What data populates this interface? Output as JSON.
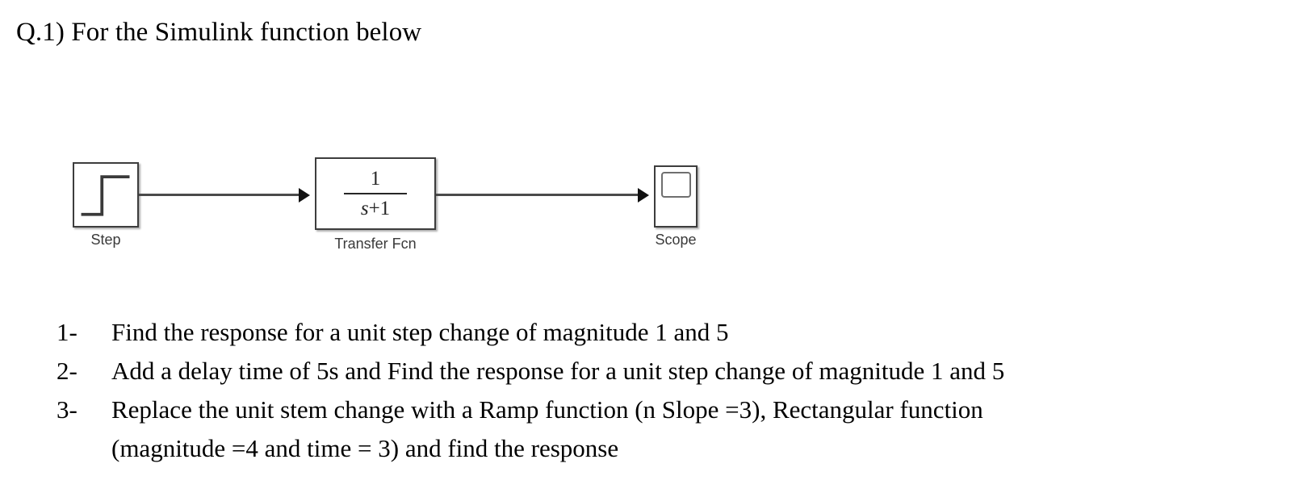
{
  "question": {
    "heading": "Q.1) For the Simulink function below"
  },
  "diagram": {
    "name": "simulink-block-diagram",
    "blocks": [
      {
        "id": "step",
        "label": "Step",
        "icon": "step-waveform-icon"
      },
      {
        "id": "transfer-fcn",
        "label": "Transfer Fcn",
        "numerator": "1",
        "denominator_var": "s",
        "denominator_op": "+",
        "denominator_const": "1",
        "transfer_function": "1/(s + 1)"
      },
      {
        "id": "scope",
        "label": "Scope",
        "icon": "scope-screen-icon"
      }
    ],
    "connections": [
      {
        "from": "Step",
        "to": "Transfer Fcn"
      },
      {
        "from": "Transfer Fcn",
        "to": "Scope"
      }
    ],
    "colors": {
      "block_border": "#3d3d3d",
      "wire": "#4a4a4a",
      "arrow": "#111111",
      "label_text": "#3a3a3a",
      "background": "#ffffff"
    }
  },
  "tasks": [
    {
      "number": "1-",
      "text": "Find the response for a unit step change of magnitude 1 and 5"
    },
    {
      "number": "2-",
      "text": "Add a delay time of 5s and Find the response for a unit step change of magnitude 1 and 5"
    },
    {
      "number": "3-",
      "text": "Replace the unit stem change with a Ramp function (n Slope =3), Rectangular function",
      "text_line2": "(magnitude =4 and time = 3) and find the response"
    }
  ]
}
